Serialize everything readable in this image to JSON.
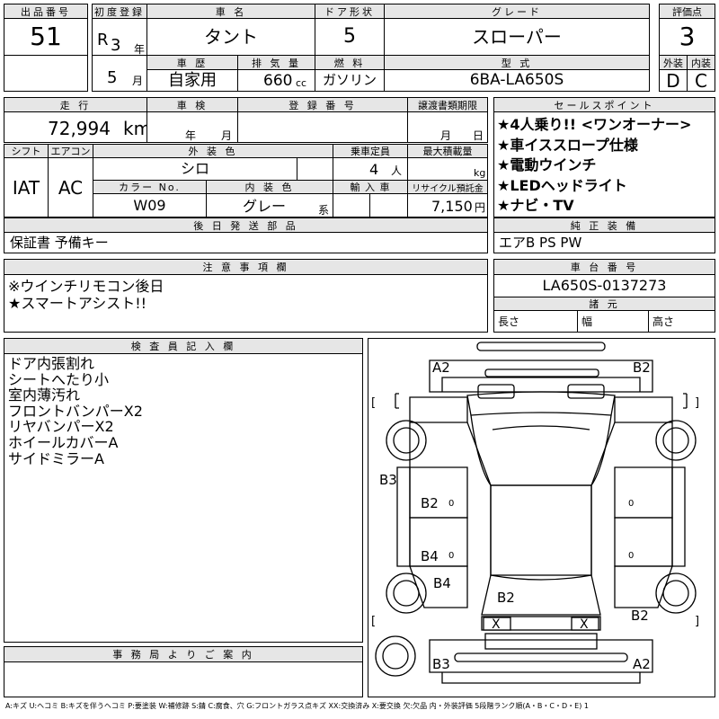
{
  "labels": {
    "lot": "出品番号",
    "first_reg": "初度登録",
    "car_name": "車 名",
    "door": "ドア形状",
    "grade": "グレード",
    "score": "評価点",
    "year_unit": "年",
    "history": "車 歴",
    "displacement": "排 気 量",
    "fuel": "燃 料",
    "model": "型 式",
    "exterior": "外装",
    "interior": "内装",
    "month_unit": "月",
    "mileage": "走 行",
    "inspection": "車 検",
    "reg_no": "登 録 番 号",
    "transfer": "譲渡書類期限",
    "sales": "セールスポイント",
    "shift": "シフト",
    "ac": "エアコン",
    "ext_color": "外 装 色",
    "capacity": "乗車定員",
    "max_load": "最大積載量",
    "color_no": "カラー No.",
    "int_color": "内 装 色",
    "import": "輸 入 車",
    "recycle": "リサイクル預託金",
    "later_parts": "後 日 発 送 部 品",
    "genuine": "純 正 装 備",
    "caution": "注 意 事 項 欄",
    "chassis": "車 台 番 号",
    "dims": "諸 元",
    "length": "長さ",
    "width": "幅",
    "height": "高さ",
    "inspector": "検 査 員 記 入 欄",
    "office": "事 務 局 よ り ご 案 内",
    "insp_year": "年",
    "insp_month": "月",
    "transfer_month": "月",
    "transfer_day": "日",
    "km": "km",
    "cc": "cc",
    "persons": "人",
    "kg": "kg",
    "kei": "系",
    "yen": "円"
  },
  "vehicle": {
    "lot": "51",
    "era": "R",
    "year": "3",
    "month": "5",
    "name": "タント",
    "doors": "5",
    "grade": "スローパー",
    "score": "3",
    "ext_score": "D",
    "int_score": "C",
    "history": "自家用",
    "displacement": "660",
    "fuel": "ガソリン",
    "model": "6BA-LA650S",
    "mileage": "72,994",
    "shift": "IAT",
    "ac": "AC",
    "ext_color": "シロ",
    "capacity": "4",
    "color_no": "W09",
    "int_color": "グレー",
    "recycle": "7,150",
    "chassis": "LA650S-0137273"
  },
  "sales_points": [
    "★4人乗り!! <ワンオーナー>",
    "★車イススロープ仕様",
    "★電動ウインチ",
    "★LEDヘッドライト",
    "★ナビ・TV"
  ],
  "later_parts": "保証書 予備キー",
  "genuine": "エアB PS PW",
  "cautions": [
    "※ウインチリモコン後日",
    "★スマートアシスト!!"
  ],
  "inspector_notes": [
    "ドア内張割れ",
    "シートへたり小",
    "室内薄汚れ",
    "フロントバンパーX2",
    "リヤバンパーX2",
    "ホイールカバーA",
    "サイドミラーA"
  ],
  "diagram": {
    "marks": {
      "a2": "A2",
      "b2_tr": "B2",
      "b3_l": "B3",
      "b2_mid": "B2",
      "b4_mid": "B4",
      "b4_l": "B4",
      "b2_bot": "B2",
      "b2_br": "B2",
      "b3_bl": "B3",
      "a2_br": "A2",
      "x1": "X",
      "x2": "X"
    },
    "glyphs": {
      "bl": "[",
      "br": "]",
      "zero": "0"
    }
  },
  "footer": "A:キズ U:ヘコミ B:キズを伴うヘコミ P:要塗装 W:補修跡 S:錆 C:腐食、穴 G:フロントガラス点キズ XX:交換済み X:要交換 欠:欠品 内・外装評価 5段階ランク順(A・B・C・D・E) 1"
}
